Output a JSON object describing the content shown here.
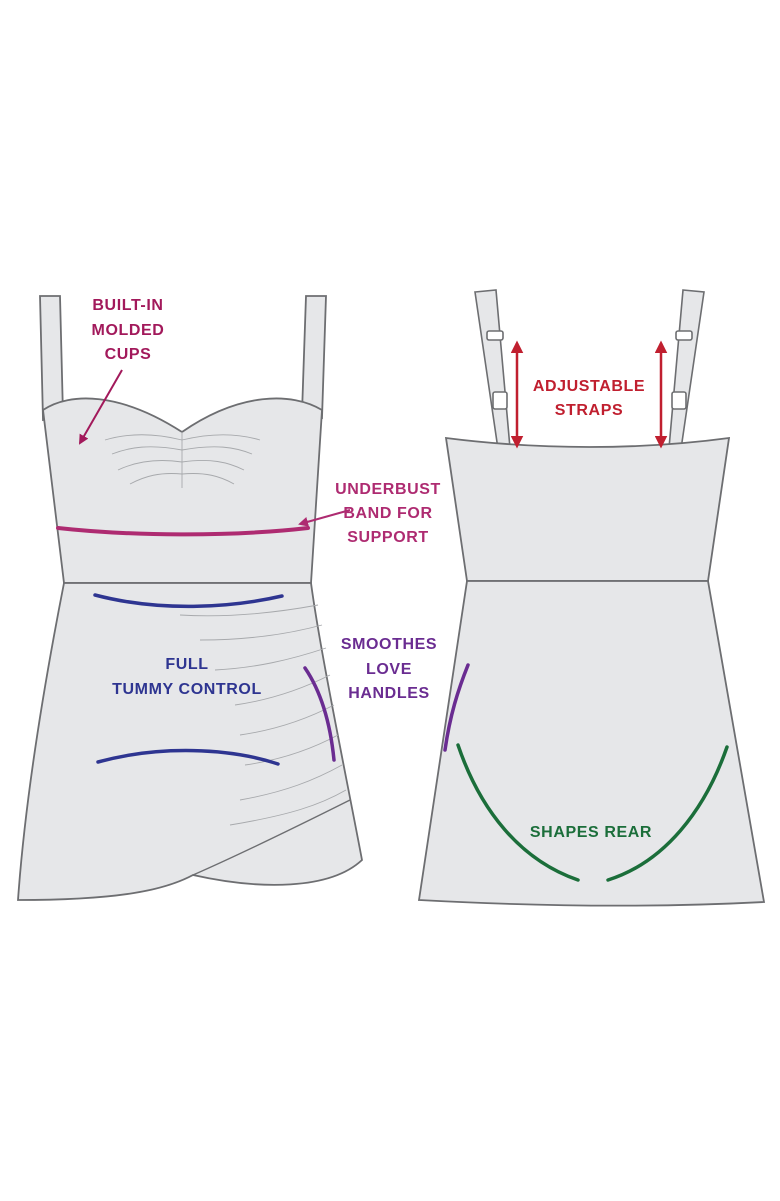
{
  "colors": {
    "garment_fill": "#e6e7e9",
    "garment_outline": "#6d6e71",
    "ruching": "#a7a9ac",
    "cups_label": "#a2195b",
    "underbust": "#ae2b71",
    "tummy": "#2e3591",
    "love_handles": "#6a2c91",
    "rear": "#1b6e3a",
    "straps": "#c01f2f"
  },
  "labels": {
    "cups": [
      "BUILT-IN",
      "MOLDED",
      "CUPS"
    ],
    "underbust": [
      "UNDERBUST",
      "BAND FOR",
      "SUPPORT"
    ],
    "tummy": [
      "FULL",
      "TUMMY CONTROL"
    ],
    "love_handles": [
      "SMOOTHES",
      "LOVE",
      "HANDLES"
    ],
    "straps": [
      "ADJUSTABLE",
      "STRAPS"
    ],
    "rear": "SHAPES REAR"
  }
}
